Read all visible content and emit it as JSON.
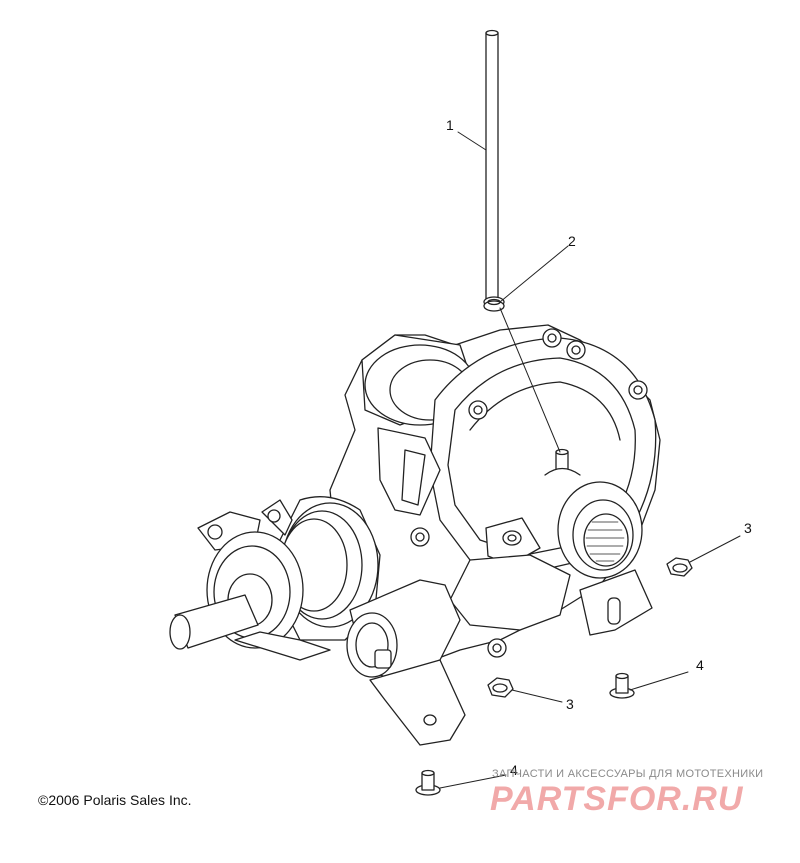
{
  "diagram": {
    "callouts": [
      {
        "id": "c1a",
        "label": "1"
      },
      {
        "id": "c2a",
        "label": "2"
      },
      {
        "id": "c3a",
        "label": "3"
      },
      {
        "id": "c3b",
        "label": "3"
      },
      {
        "id": "c4a",
        "label": "4"
      },
      {
        "id": "c4b",
        "label": "4"
      }
    ],
    "copyright": "©2006 Polaris Sales Inc.",
    "watermark": {
      "subtitle": "ЗАПЧАСТИ И АКСЕССУАРЫ ДЛЯ МОТОТЕХНИКИ",
      "brand": "PARTSFOR.RU"
    }
  }
}
